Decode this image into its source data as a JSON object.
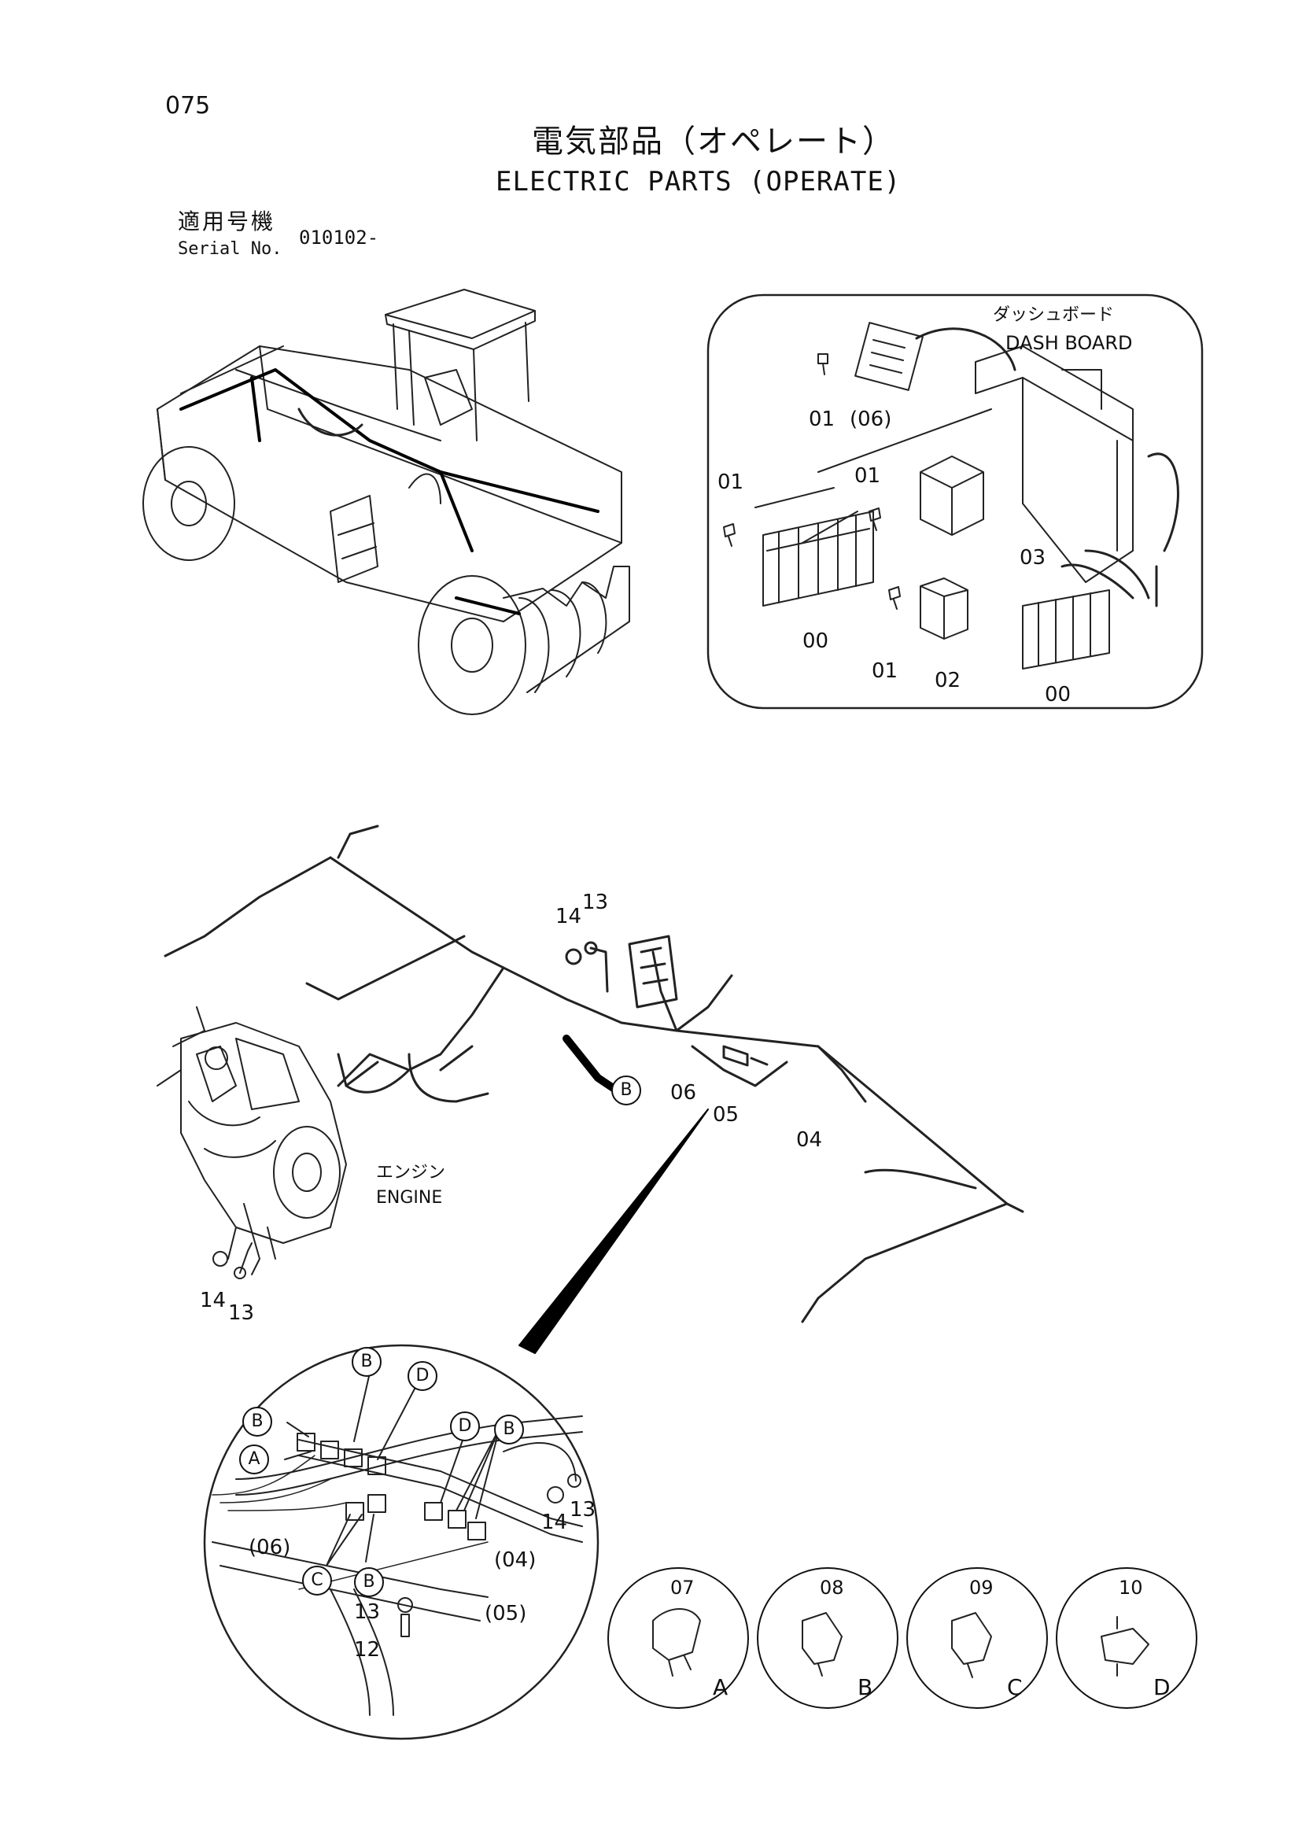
{
  "header": {
    "page_number": "075",
    "title_jp": "電気部品（オペレート）",
    "title_en": "ELECTRIC PARTS (OPERATE)",
    "serial_label_jp": "適用号機",
    "serial_label_en": "Serial No.",
    "serial_value": "010102-"
  },
  "dash_inset": {
    "label_jp": "ダッシュボード",
    "label_en": "DASH BOARD",
    "callouts": [
      "01",
      "(06)",
      "01",
      "01",
      "03",
      "00",
      "01",
      "02",
      "00"
    ]
  },
  "harness": {
    "callouts": [
      "14",
      "13",
      "06",
      "05",
      "04",
      "14",
      "13"
    ],
    "engine_jp": "エンジン",
    "engine_en": "ENGINE",
    "ref_b": "B"
  },
  "detail": {
    "circle_refs": [
      "B",
      "D",
      "B",
      "A",
      "D",
      "B",
      "C",
      "B"
    ],
    "callouts": [
      "(06)",
      "(04)",
      "14",
      "13",
      "13",
      "12",
      "(05)"
    ]
  },
  "clips": [
    {
      "part": "07",
      "ref": "A"
    },
    {
      "part": "08",
      "ref": "B"
    },
    {
      "part": "09",
      "ref": "C"
    },
    {
      "part": "10",
      "ref": "D"
    }
  ]
}
